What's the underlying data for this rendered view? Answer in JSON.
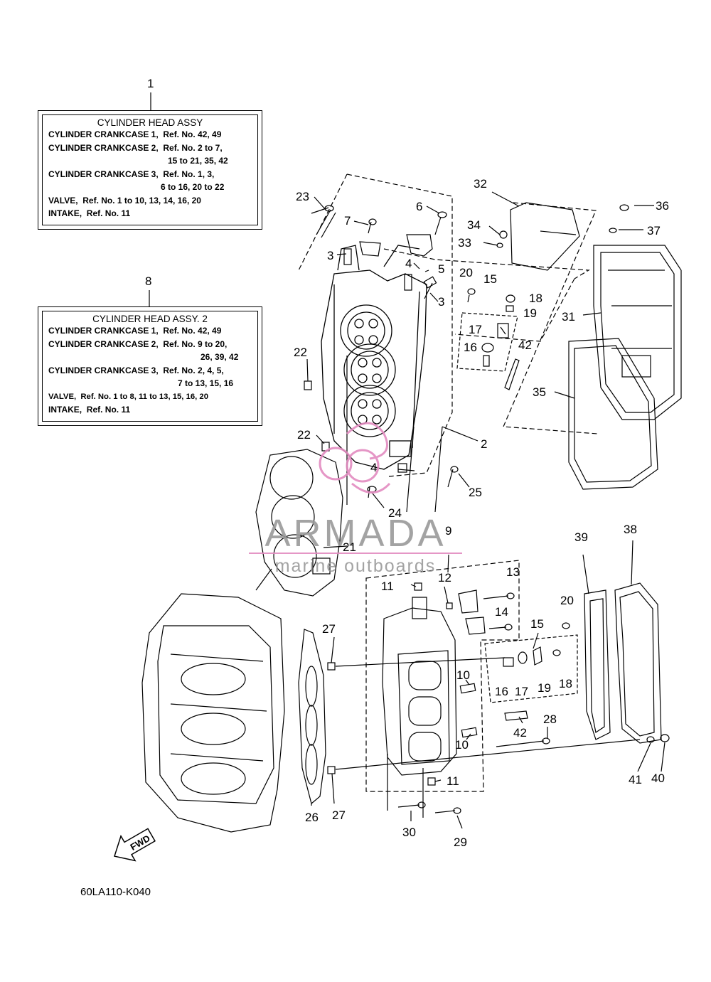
{
  "callouts": {
    "box1": "1",
    "box8": "8"
  },
  "box1": {
    "title": "CYLINDER HEAD ASSY",
    "lines": [
      "CYLINDER CRANKCASE 1,  Ref. No. 42, 49",
      "CYLINDER CRANKCASE 2,  Ref. No. 2 to 7,",
      "15 to 21, 35, 42",
      "CYLINDER CRANKCASE 3,  Ref. No. 1, 3,",
      "6 to 16, 20 to 22",
      "VALVE,  Ref. No. 1 to 10, 13, 14, 16, 20",
      "INTAKE,  Ref. No. 11"
    ]
  },
  "box8": {
    "title": "CYLINDER HEAD ASSY. 2",
    "lines": [
      "CYLINDER CRANKCASE 1,  Ref. No. 42, 49",
      "CYLINDER CRANKCASE 2,  Ref. No. 9 to 20,",
      "26, 39, 42",
      "CYLINDER CRANKCASE 3,  Ref. No. 2, 4, 5,",
      "7 to 13, 15, 16",
      "VALVE,  Ref. No. 1 to 8, 11 to 13, 15, 16, 20",
      "INTAKE,  Ref. No. 11"
    ]
  },
  "watermark": {
    "brand": "ARMADA",
    "tagline": "marine outboards",
    "accent_color": "#e38bc0",
    "text_color": "#9a9a9a"
  },
  "fwd_label": "FWD",
  "figure_code": "60LA110-K040",
  "labels": {
    "l2": "2",
    "l3a": "3",
    "l3b": "3",
    "l4a": "4",
    "l4b": "4",
    "l5": "5",
    "l6": "6",
    "l7": "7",
    "l9": "9",
    "l10a": "10",
    "l10b": "10",
    "l11a": "11",
    "l11b": "11",
    "l12": "12",
    "l13": "13",
    "l14": "14",
    "l15a": "15",
    "l15b": "15",
    "l16a": "16",
    "l16b": "16",
    "l17a": "17",
    "l17b": "17",
    "l18a": "18",
    "l18b": "18",
    "l19a": "19",
    "l19b": "19",
    "l20a": "20",
    "l20b": "20",
    "l21": "21",
    "l22a": "22",
    "l22b": "22",
    "l23": "23",
    "l24": "24",
    "l25": "25",
    "l26": "26",
    "l27a": "27",
    "l27b": "27",
    "l28": "28",
    "l29": "29",
    "l30": "30",
    "l31": "31",
    "l32": "32",
    "l33": "33",
    "l34": "34",
    "l35": "35",
    "l36": "36",
    "l37": "37",
    "l38": "38",
    "l39": "39",
    "l40": "40",
    "l41": "41",
    "l42a": "42",
    "l42b": "42"
  }
}
